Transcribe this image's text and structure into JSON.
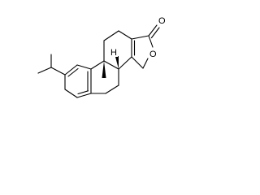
{
  "molecule": {
    "atoms": {
      "carbonyl_oxygen": "O",
      "ring_oxygen": "O",
      "stereo_hydrogen": "H"
    },
    "colors": {
      "bond": "#000000",
      "background": "#ffffff"
    }
  }
}
